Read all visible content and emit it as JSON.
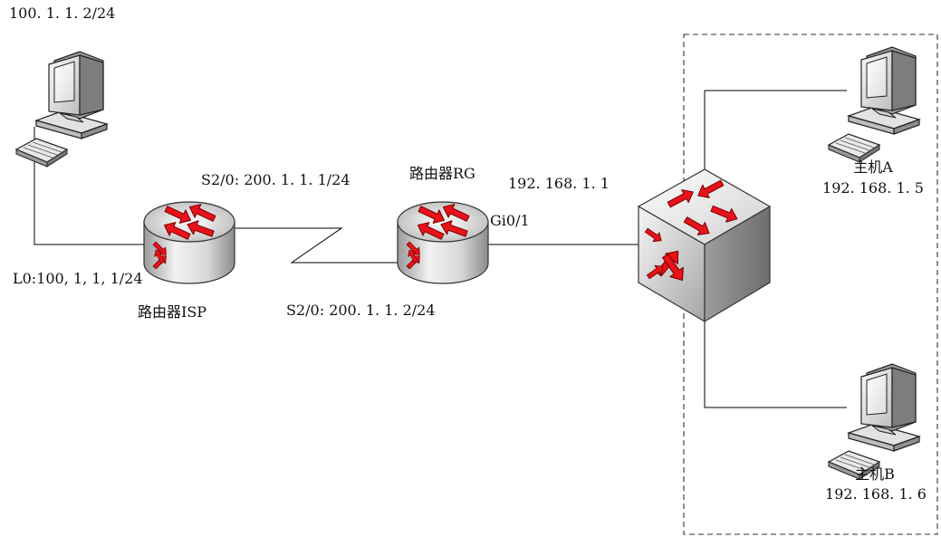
{
  "nodes": {
    "pc_top_left": {
      "label": "100. 1. 1. 2/24",
      "icon": "desktop-computer-icon"
    },
    "router_isp": {
      "name": "路由器ISP",
      "loopback": "L0:100, 1, 1, 1/24",
      "serial": "S2/0: 200. 1. 1. 1/24",
      "icon": "router-icon"
    },
    "router_rg": {
      "name": "路由器RG",
      "serial": "S2/0: 200. 1. 1. 2/24",
      "gi_port": "Gi0/1",
      "gi_ip": "192. 168. 1. 1",
      "icon": "router-icon"
    },
    "switch": {
      "icon": "multilayer-switch-icon"
    },
    "host_a": {
      "name": "主机A",
      "ip": "192. 168. 1. 5",
      "icon": "desktop-computer-icon"
    },
    "host_b": {
      "name": "主机B",
      "ip": "192. 168. 1. 6",
      "icon": "desktop-computer-icon"
    }
  },
  "colors": {
    "arrow": "#e8121b",
    "arrow_outline": "#7a0000",
    "device_body_light": "#f4f4f4",
    "device_body_dark": "#8a8a8a",
    "line": "#000000"
  }
}
